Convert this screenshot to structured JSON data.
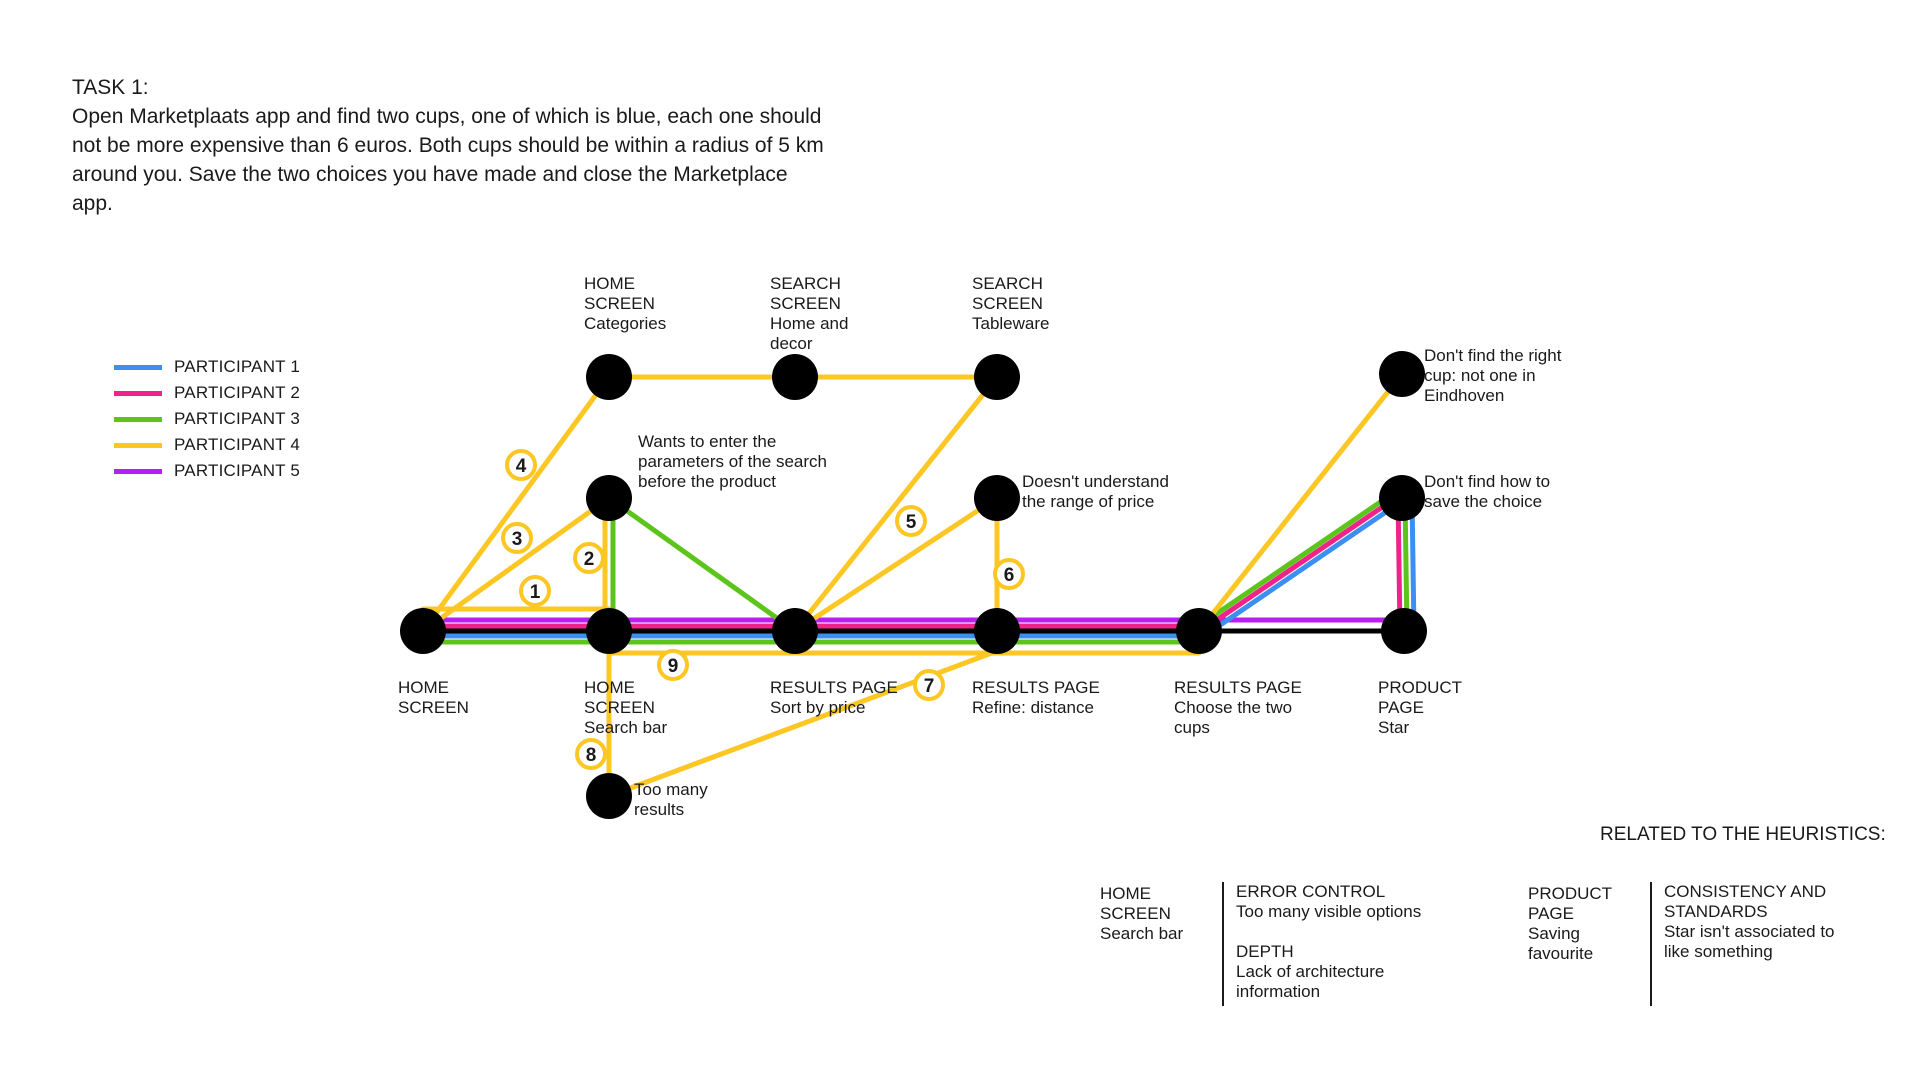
{
  "task": {
    "title": "TASK 1:",
    "description": "Open Marketplaats app and find two cups, one of which is blue, each one should not be more expensive than 6 euros. Both cups should be within a radius of 5 km around you. Save the two choices you have made and close the Marketplace app."
  },
  "colors": {
    "participant_1": "#3a8ff0",
    "participant_2": "#f0238a",
    "participant_3": "#5cc41a",
    "participant_4": "#fcc623",
    "participant_5": "#b91ef0",
    "node": "#000000"
  },
  "legend": [
    {
      "label": "PARTICIPANT 1",
      "color": "#3a8ff0"
    },
    {
      "label": "PARTICIPANT 2",
      "color": "#f0238a"
    },
    {
      "label": "PARTICIPANT 3",
      "color": "#5cc41a"
    },
    {
      "label": "PARTICIPANT 4",
      "color": "#fcc623"
    },
    {
      "label": "PARTICIPANT 5",
      "color": "#b91ef0"
    }
  ],
  "nodes": {
    "home_screen": "HOME\nSCREEN",
    "home_search_bar": "HOME\nSCREEN\nSearch bar",
    "results_sort_by_price": "RESULTS PAGE\nSort by price",
    "results_refine_distance": "RESULTS PAGE\nRefine: distance",
    "results_choose_two_cups": "RESULTS PAGE\nChoose the two\ncups",
    "product_page_star": "PRODUCT\nPAGE\nStar",
    "home_categories": "HOME\nSCREEN\nCategories",
    "search_home_decor": "SEARCH\nSCREEN\nHome and\ndecor",
    "search_tableware": "SEARCH\nSCREEN\nTableware",
    "wants_parameters": "Wants to enter the\nparameters of the search\nbefore the product",
    "doesnt_understand_price": "Doesn't understand\nthe range of price",
    "too_many_results": "Too many\nresults",
    "wrong_cup_eindhoven": "Don't find the right\ncup: not one in\nEindhoven",
    "cant_save_choice": "Don't find how to\nsave the choice"
  },
  "step_markers": [
    "1",
    "2",
    "3",
    "4",
    "5",
    "6",
    "7",
    "8",
    "9"
  ],
  "heuristics": {
    "title": "RELATED TO THE HEURISTICS:",
    "left_context": "HOME\nSCREEN\nSearch bar",
    "left_issues": "ERROR CONTROL\nToo many visible options\n\nDEPTH\nLack of architecture\ninformation",
    "right_context": "PRODUCT\nPAGE\nSaving\nfavourite",
    "right_issues": "CONSISTENCY AND\nSTANDARDS\nStar isn't associated to\nlike something"
  }
}
